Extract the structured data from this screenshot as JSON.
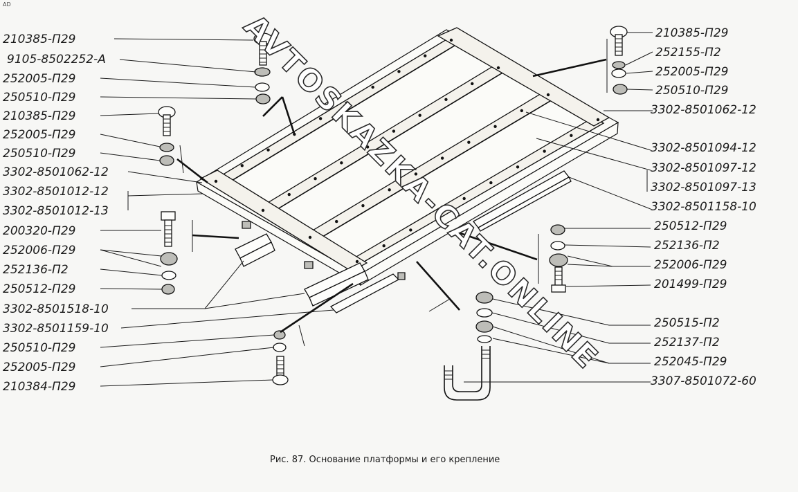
{
  "corner_mark": "AD",
  "caption": "Рис. 87. Основание платформы и его крепление",
  "watermark": "AVTOSKAZKA-CAT.ONLINE",
  "labels_left": [
    "210385-П29",
    "9105-8502252-А",
    "252005-П29",
    "250510-П29",
    "210385-П29",
    "252005-П29",
    "250510-П29",
    "3302-8501062-12",
    "3302-8501012-12",
    "3302-8501012-13",
    "200320-П29",
    "252006-П29",
    "252136-П2",
    "250512-П29",
    "3302-8501518-10",
    "3302-8501159-10",
    "250510-П29",
    "252005-П29",
    "210384-П29"
  ],
  "labels_right": [
    "210385-П29",
    "252155-П2",
    "252005-П29",
    "250510-П29",
    "3302-8501062-12",
    "3302-8501094-12",
    "3302-8501097-12",
    "3302-8501097-13",
    "3302-8501158-10",
    "250512-П29",
    "252136-П2",
    "252006-П29",
    "201499-П29",
    "250515-П2",
    "252137-П2",
    "252045-П29",
    "3307-8501072-60"
  ]
}
